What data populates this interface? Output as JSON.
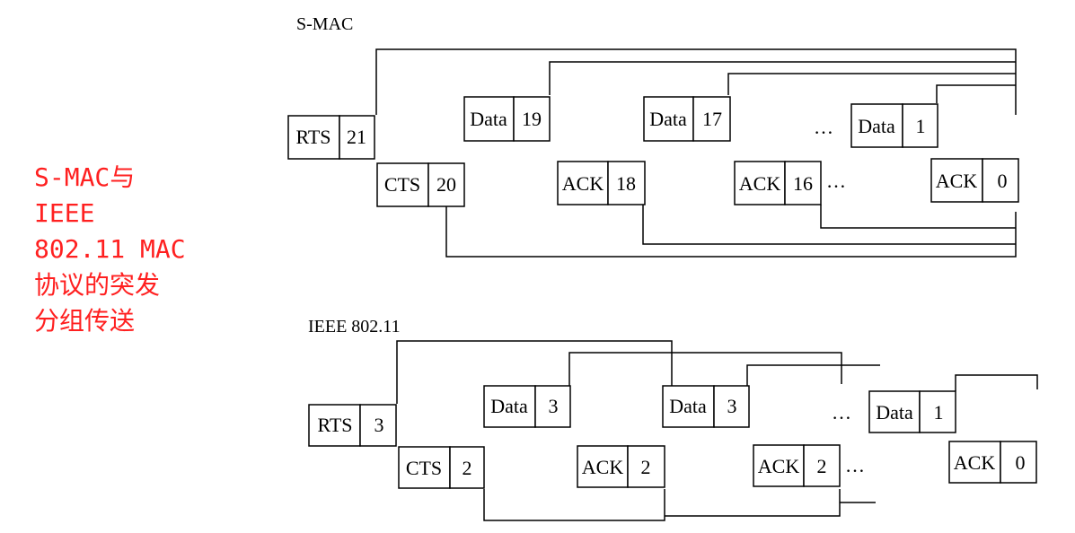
{
  "caption": [
    "S-MAC与",
    "IEEE",
    "802.11 MAC",
    "协议的突发",
    "分组传送"
  ],
  "colors": {
    "caption": "#ff2020",
    "lines": "#000000"
  },
  "smac": {
    "title": "S-MAC",
    "ellipses": [
      "…",
      "…"
    ],
    "frames": [
      {
        "type": "RTS",
        "num": "21"
      },
      {
        "type": "CTS",
        "num": "20"
      },
      {
        "type": "Data",
        "num": "19"
      },
      {
        "type": "ACK",
        "num": "18"
      },
      {
        "type": "Data",
        "num": "17"
      },
      {
        "type": "ACK",
        "num": "16"
      },
      {
        "type": "Data",
        "num": "1"
      },
      {
        "type": "ACK",
        "num": "0"
      }
    ]
  },
  "ieee": {
    "title": "IEEE 802.11",
    "ellipses": [
      "…",
      "…"
    ],
    "frames": [
      {
        "type": "RTS",
        "num": "3"
      },
      {
        "type": "CTS",
        "num": "2"
      },
      {
        "type": "Data",
        "num": "3"
      },
      {
        "type": "ACK",
        "num": "2"
      },
      {
        "type": "Data",
        "num": "3"
      },
      {
        "type": "ACK",
        "num": "2"
      },
      {
        "type": "Data",
        "num": "1"
      },
      {
        "type": "ACK",
        "num": "0"
      }
    ]
  }
}
